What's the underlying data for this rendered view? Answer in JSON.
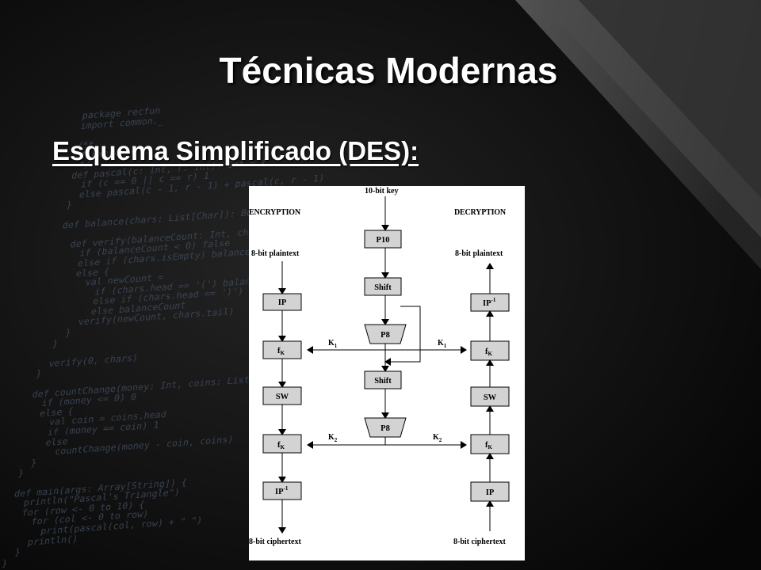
{
  "slide": {
    "title": "Técnicas Modernas",
    "subtitle": "Esquema Simplificado (DES):"
  },
  "code_background": "package recfun\nimport common._\n\n/**\n * Exercise 1\n */\ndef pascal(c: Int, r: Int): Int = {\n  if (c == 0 || c == r) 1\n  else pascal(c - 1, r - 1) + pascal(c, r - 1)\n}\n\ndef balance(chars: List[Char]): Boolean = {\n\n  def verify(balanceCount: Int, chars: List[Char]): Boolean = {\n    if (balanceCount < 0) false\n    else if (chars.isEmpty) balanceCount == 0\n    else {\n      val newCount =\n        if (chars.head == '(') balanceCount + 1\n        else if (chars.head == ')') balanceCount - 1\n        else balanceCount\n      verify(newCount, chars.tail)\n    }\n  }\n\n  verify(0, chars)\n}\n\ndef countChange(money: Int, coins: List[Int]): Int = {\n  if (money <= 0) 0\n  else {\n    val coin = coins.head\n    if (money == coin) 1\n    else\n      countChange(money - coin, coins)\n  }\n}\n\ndef main(args: Array[String]) {\n  println(\"Pascal's Triangle\")\n  for (row <- 0 to 10) {\n    for (col <- 0 to row)\n      print(pascal(col, row) + \" \")\n    println()\n  }\n}",
  "diagram": {
    "encryption_label": "ENCRYPTION",
    "decryption_label": "DECRYPTION",
    "key_label": "10-bit key",
    "plaintext_enc": "8-bit plaintext",
    "plaintext_dec": "8-bit plaintext",
    "ciphertext_enc": "8-bit ciphertext",
    "ciphertext_dec": "8-bit ciphertext",
    "boxes": {
      "p10": "P10",
      "shift1": "Shift",
      "p8_1": "P8",
      "shift2": "Shift",
      "p8_2": "P8",
      "enc_ip": "IP",
      "enc_fk1": "f",
      "enc_sw": "SW",
      "enc_fk2": "f",
      "enc_ipinv": "IP",
      "dec_ipinv": "IP",
      "dec_fk1": "f",
      "dec_sw": "SW",
      "dec_fk2": "f",
      "dec_ip": "IP"
    },
    "fk_subscript": "K",
    "inverse_superscript": "-1",
    "k1_letter": "K",
    "k1_sub": "1",
    "k2_letter": "K",
    "k2_sub": "2"
  }
}
